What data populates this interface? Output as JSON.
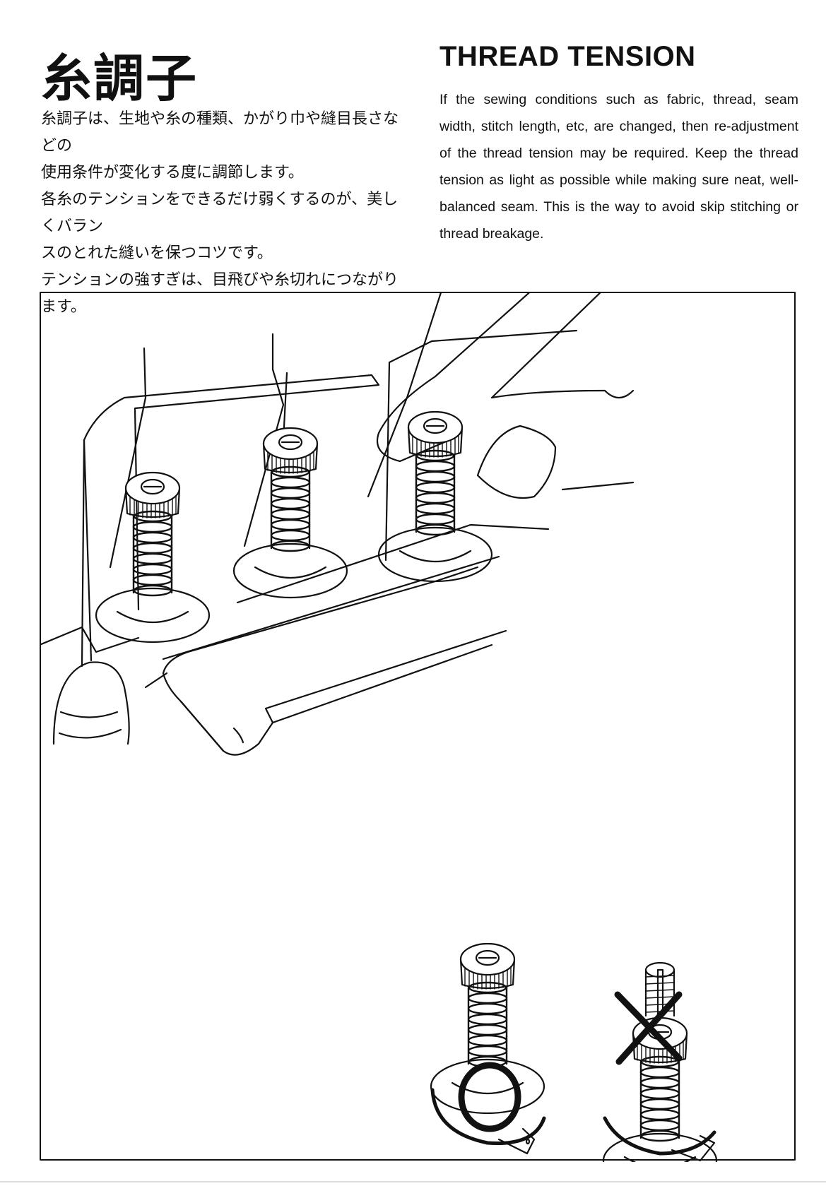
{
  "jp": {
    "title": "糸調子",
    "lines": [
      "糸調子は、生地や糸の種類、かがり巾や縫目長さなどの",
      "使用条件が変化する度に調節します。",
      "各糸のテンションをできるだけ弱くするのが、美しくバラン",
      "スのとれた縫いを保つコツです。",
      "テンションの強すぎは、目飛びや糸切れにつながります。"
    ]
  },
  "en": {
    "title": "THREAD TENSION",
    "body": "If the sewing conditions such as fabric, thread, seam width, stitch length, etc, are changed, then re-adjustment of the thread tension may be required. Keep the thread tension as light as possible while making sure neat, well-balanced seam. This is the way to avoid skip stitching or thread breakage."
  },
  "figure": {
    "correct_mark": "correct-circle-icon",
    "incorrect_mark": "incorrect-cross-icon",
    "line_color": "#111111"
  }
}
